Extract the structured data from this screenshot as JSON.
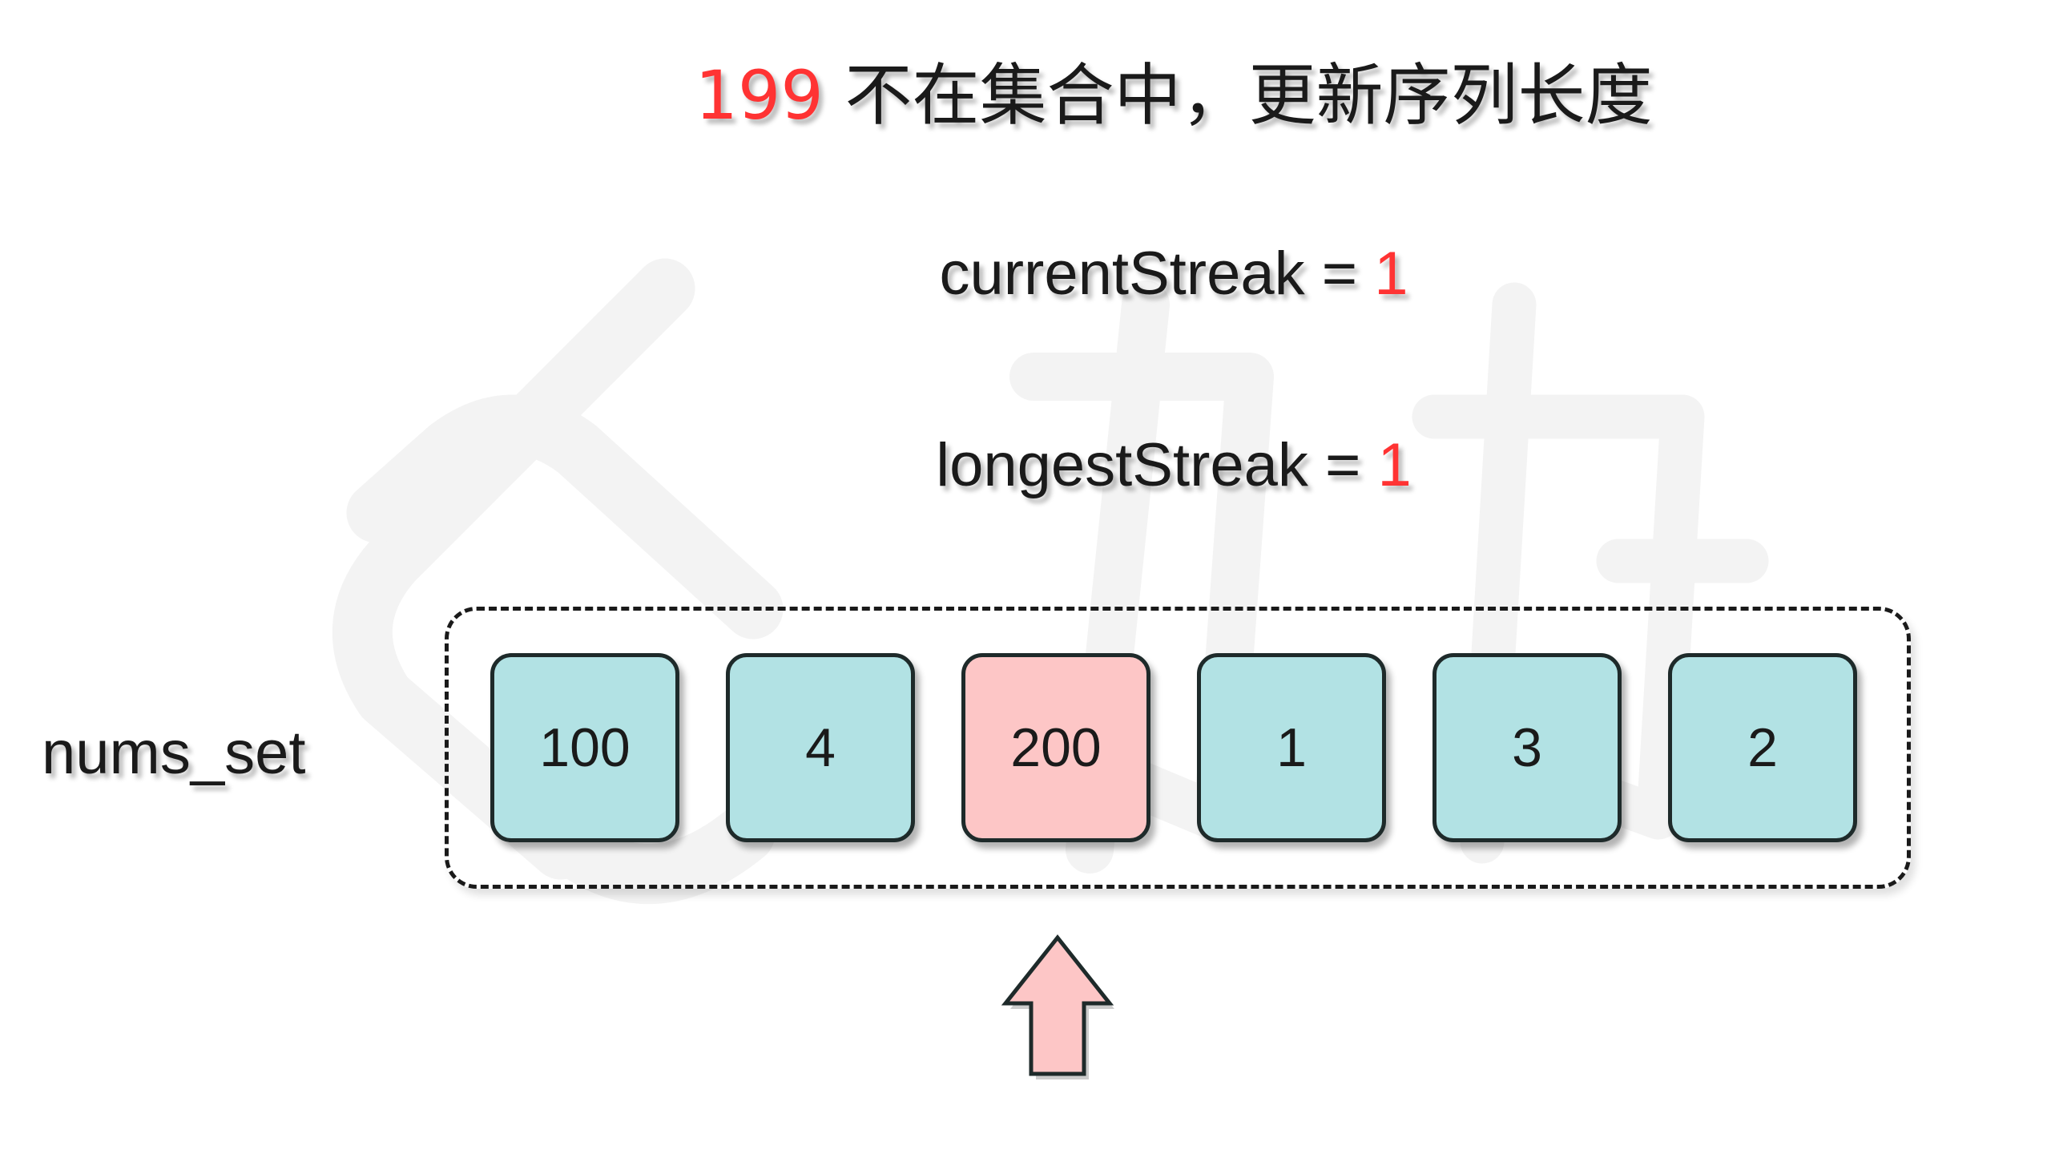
{
  "step": {
    "title_value": "199",
    "title_text": " 不在集合中，更新序列长度",
    "current_label": "currentStreak = ",
    "current_value": "1",
    "longest_label": "longestStreak = ",
    "longest_value": "1"
  },
  "nums_set": {
    "label": "nums_set",
    "items": [
      "100",
      "4",
      "200",
      "1",
      "3",
      "2"
    ],
    "active_index": 2
  },
  "colors": {
    "highlight": "#ff3333",
    "cell_fill": "#b2e2e4",
    "active_fill": "#fdc6c6",
    "arrow_fill": "#fdc6c6"
  },
  "icons": {
    "pointer": "up-arrow-icon",
    "watermark": "leetcode-logo"
  }
}
